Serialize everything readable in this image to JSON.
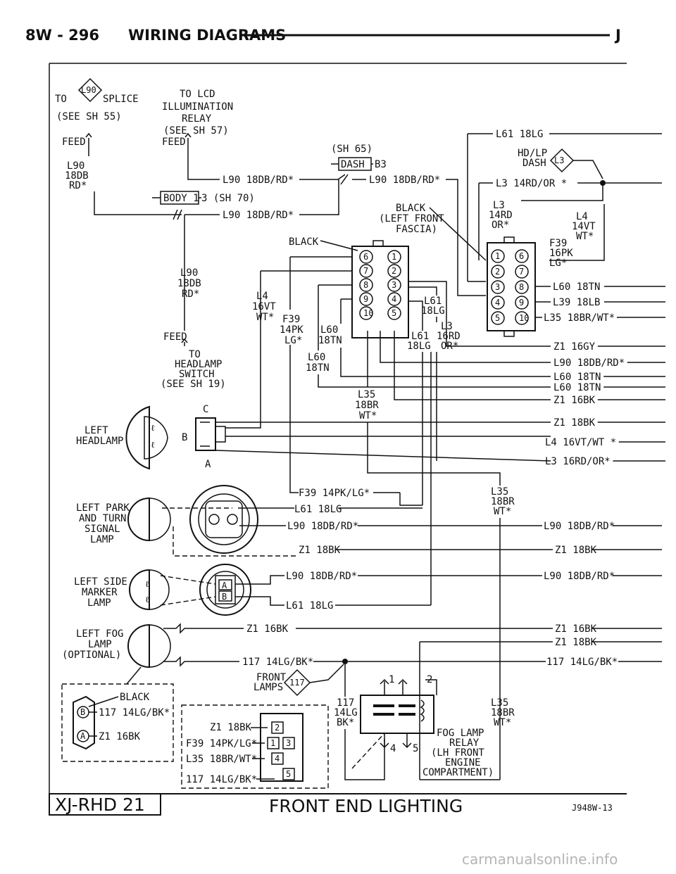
{
  "header": {
    "page": "8W - 296",
    "section": "WIRING DIAGRAMS",
    "corner": "J"
  },
  "footer": {
    "model": "XJ-RHD 21",
    "title": "FRONT END LIGHTING",
    "code": "J948W-13"
  },
  "watermark": "carmanualsonline.info",
  "top_left": {
    "to": "TO",
    "splice_ref": "L90",
    "splice": "SPLICE",
    "see_55": "(SEE SH 55)",
    "feed1": "FEED",
    "w_l90": "L90",
    "w_18db": "18DB",
    "w_rd": "RD*",
    "to_lcd": "TO LCD",
    "illum": "ILLUMINATION",
    "relay": "RELAY",
    "see_57": "(SEE SH 57)",
    "feed2": "FEED",
    "l90_db_1": "L90 18DB/RD*",
    "sh65": "(SH 65)",
    "dash_conn": "DASH",
    "dash_pin": "B3",
    "l90_db_2": "L90 18DB/RD*",
    "body_conn": "BODY 1",
    "body_pin": "3 (SH 70)",
    "l90_db_3": "L90 18DB/RD*",
    "black1": "BLACK",
    "left_front_fascia": [
      "BLACK",
      "(LEFT FRONT",
      "FASCIA)"
    ]
  },
  "right_top": {
    "l61_18lg": "L61 18LG",
    "hd_lp": "HD/LP",
    "dash": "DASH",
    "l3": "L3",
    "l3_14rd": "L3 14RD/OR *",
    "l3v": [
      "L3",
      "14RD",
      "OR*"
    ],
    "l4v": [
      "L4",
      "14VT",
      "WT*"
    ],
    "f39v": [
      "F39",
      "16PK",
      "LG*"
    ],
    "pins_left": [
      "1",
      "2",
      "3",
      "4",
      "5"
    ],
    "pins_right": [
      "6",
      "7",
      "8",
      "9",
      "10"
    ],
    "l60_18tn": "L60 18TN",
    "l39_18lb": "L39 18LB",
    "l35_18br": "L35 18BR/WT*"
  },
  "mid_connector": {
    "pins_left": [
      "6",
      "7",
      "8",
      "9",
      "10"
    ],
    "pins_right": [
      "1",
      "2",
      "3",
      "4",
      "5"
    ],
    "l90v": [
      "L90",
      "18DB",
      "RD*"
    ],
    "feed": "FEED",
    "to_hs": [
      "TO",
      "HEADLAMP",
      "SWITCH",
      "(SEE SH 19)"
    ],
    "l4v": [
      "L4",
      "16VT",
      "WT*"
    ],
    "f39v": [
      "F39",
      "14PK",
      "LG*"
    ],
    "l60a": [
      "L60",
      "18TN"
    ],
    "l60b": [
      "L60",
      "18TN"
    ],
    "l61a": [
      "L61",
      "18LG"
    ],
    "l61b": [
      "L61",
      "18LG"
    ],
    "l3v": [
      "L3",
      "16RD",
      "OR*"
    ],
    "l35v": [
      "L35",
      "18BR",
      "WT*"
    ]
  },
  "right_wires": [
    "Z1 16GY",
    "L90 18DB/RD*",
    "L60 18TN",
    "L60 18TN",
    "Z1 16BK",
    "Z1 18BK",
    "L4 16VT/WT *",
    "L3 16RD/OR*"
  ],
  "headlamp": {
    "label": [
      "LEFT",
      "HEADLAMP"
    ],
    "pin_c": "C",
    "pin_b": "B",
    "pin_a": "A"
  },
  "park_lamp": {
    "label": [
      "LEFT PARK",
      "AND TURN",
      "SIGNAL",
      "LAMP"
    ],
    "f39": "F39 14PK/LG*",
    "l61": "L61 18LG",
    "l90": "L90 18DB/RD*",
    "z1": "Z1 18BK",
    "l35v": [
      "L35",
      "18BR",
      "WT*"
    ],
    "r_l90": "L90 18DB/RD*",
    "r_z1": "Z1 18BK"
  },
  "side_marker": {
    "label": [
      "LEFT SIDE",
      "MARKER",
      "LAMP"
    ],
    "pin_a": "A",
    "pin_b": "B",
    "l90": "L90 18DB/RD*",
    "l61": "L61 18LG",
    "r_l90": "L90 18DB/RD*"
  },
  "fog_lamp": {
    "label": [
      "LEFT FOG",
      "LAMP",
      "(OPTIONAL)"
    ],
    "z1": "Z1 16BK",
    "w117": "117 14LG/BK*",
    "r_z1a": "Z1 16BK",
    "r_z1b": "Z1 18BK",
    "r_117": "117 14LG/BK*",
    "front_lamps": [
      "FRONT",
      "LAMPS"
    ],
    "front_ref": "117",
    "conn_black": "BLACK",
    "conn_b": "B",
    "conn_a": "A",
    "conn_b_wire": "117 14LG/BK*",
    "conn_a_wire": "Z1 16BK"
  },
  "relay_box": {
    "wires": [
      "Z1 18BK",
      "F39 14PK/LG*",
      "L35 18BR/WT*",
      "117 14LG/BK*"
    ],
    "pins": [
      "2",
      "1",
      "3",
      "4",
      "5"
    ],
    "w117v": [
      "117",
      "14LG",
      "BK*"
    ],
    "l35v": [
      "L35",
      "18BR",
      "WT*"
    ],
    "pin_1": "1",
    "pin_2": "2",
    "pin_4": "4",
    "pin_5": "5",
    "label": [
      "FOG LAMP",
      "RELAY",
      "(LH FRONT",
      "ENGINE",
      "COMPARTMENT)"
    ]
  }
}
